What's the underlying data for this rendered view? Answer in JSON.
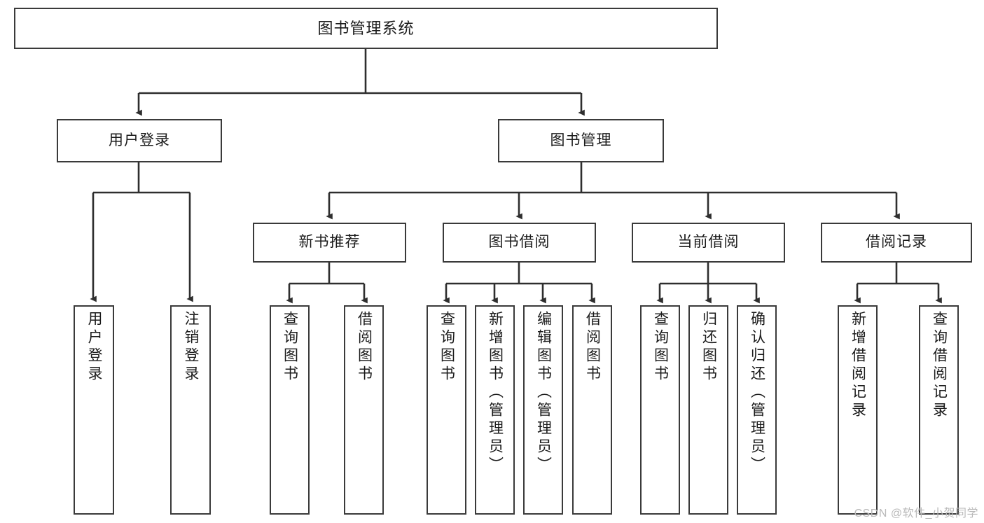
{
  "diagram": {
    "title": "图书管理系统",
    "type": "tree",
    "root": {
      "id": "root",
      "label": "图书管理系统"
    },
    "level2": [
      {
        "id": "user-login",
        "label": "用户登录"
      },
      {
        "id": "book-manage",
        "label": "图书管理"
      }
    ],
    "level3": [
      {
        "id": "new-book-recommend",
        "label": "新书推荐",
        "parent": "book-manage"
      },
      {
        "id": "book-borrow",
        "label": "图书借阅",
        "parent": "book-manage"
      },
      {
        "id": "current-borrow",
        "label": "当前借阅",
        "parent": "book-manage"
      },
      {
        "id": "borrow-record",
        "label": "借阅记录",
        "parent": "book-manage"
      }
    ],
    "leaves": [
      {
        "id": "leaf-user-login",
        "label": "用户登录",
        "parent": "user-login"
      },
      {
        "id": "leaf-logout",
        "label": "注销登录",
        "parent": "user-login"
      },
      {
        "id": "leaf-query-book-1",
        "label": "查询图书",
        "parent": "new-book-recommend"
      },
      {
        "id": "leaf-borrow-book-1",
        "label": "借阅图书",
        "parent": "new-book-recommend"
      },
      {
        "id": "leaf-query-book-2",
        "label": "查询图书",
        "parent": "book-borrow"
      },
      {
        "id": "leaf-add-book",
        "label": "新增图书（管理员）",
        "parent": "book-borrow"
      },
      {
        "id": "leaf-edit-book",
        "label": "编辑图书（管理员）",
        "parent": "book-borrow"
      },
      {
        "id": "leaf-borrow-book-2",
        "label": "借阅图书",
        "parent": "book-borrow"
      },
      {
        "id": "leaf-query-book-3",
        "label": "查询图书",
        "parent": "current-borrow"
      },
      {
        "id": "leaf-return-book",
        "label": "归还图书",
        "parent": "current-borrow"
      },
      {
        "id": "leaf-confirm-return",
        "label": "确认归还（管理员）",
        "parent": "current-borrow"
      },
      {
        "id": "leaf-add-record",
        "label": "新增借阅记录",
        "parent": "borrow-record"
      },
      {
        "id": "leaf-query-record",
        "label": "查询借阅记录",
        "parent": "borrow-record"
      }
    ],
    "colors": {
      "box_border": "#3a3a3a",
      "box_fill": "#ffffff",
      "connector": "#2e2e2e",
      "text": "#1a1a1a",
      "watermark": "#b9b9b9"
    }
  },
  "watermark": {
    "text": "CSDN @软件_小贺同学"
  }
}
